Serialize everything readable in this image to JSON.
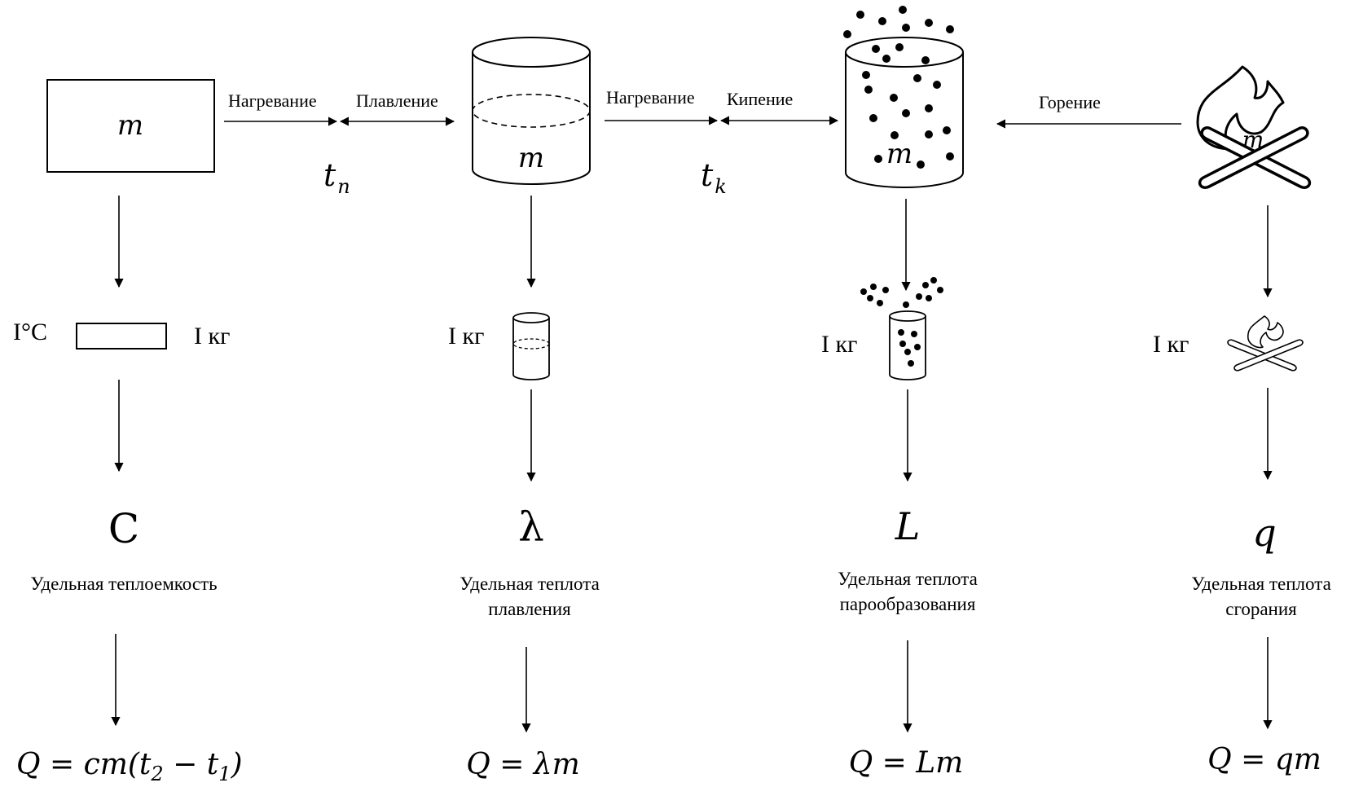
{
  "processes": {
    "heating1": "Нагревание",
    "melting": "Плавление",
    "heating2": "Нагревание",
    "boiling": "Кипение",
    "burning": "Горение"
  },
  "temps": {
    "melt_base": "t",
    "melt_sub": "n",
    "boil_base": "t",
    "boil_sub": "k"
  },
  "mass_var": "m",
  "columns": [
    {
      "unit_left": "I°C",
      "unit": "I кг",
      "symbol": "C",
      "desc_lines": [
        "Удельная теплоемкость"
      ],
      "formula": {
        "pre": "Q = cm(t",
        "s1": "2",
        "mid": " − t",
        "s2": "1",
        "post": ")"
      }
    },
    {
      "unit": "I кг",
      "symbol": "λ",
      "desc_lines": [
        "Удельная теплота",
        "плавления"
      ],
      "formula": {
        "pre": "Q = λm"
      }
    },
    {
      "unit": "I кг",
      "symbol": "L",
      "desc_lines": [
        "Удельная теплота",
        "парообразования"
      ],
      "formula": {
        "pre": "Q = Lm"
      }
    },
    {
      "unit": "I кг",
      "symbol": "q",
      "desc_lines": [
        "Удельная теплота",
        "сгорания"
      ],
      "formula": {
        "pre": "Q = qm"
      }
    }
  ],
  "icons": [
    "solid-block-icon",
    "liquid-cylinder-icon",
    "vapor-cylinder-icon",
    "campfire-icon"
  ]
}
